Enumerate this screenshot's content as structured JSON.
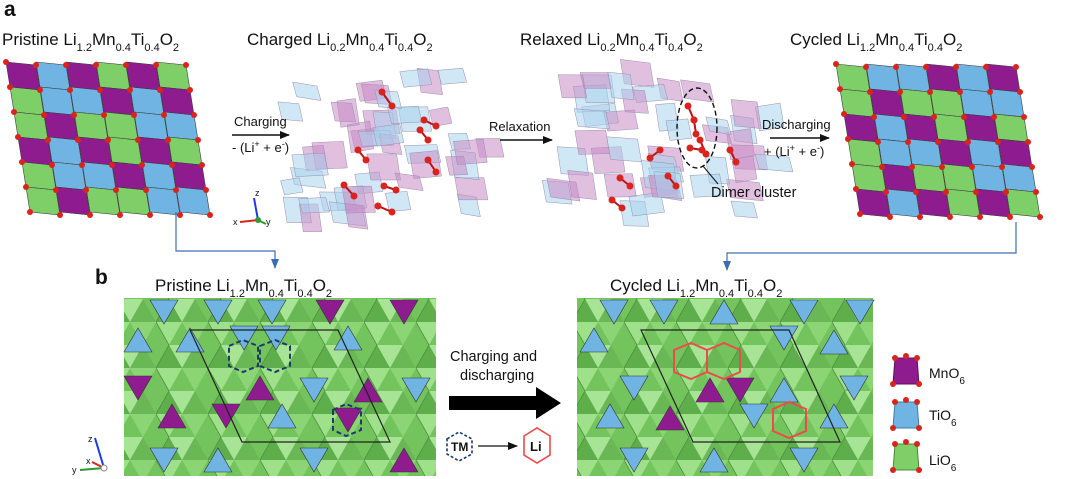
{
  "panels": {
    "a": "a",
    "b": "b"
  },
  "titles_top": [
    {
      "pre": "Pristine Li",
      "s1": "1.2",
      "mid1": "Mn",
      "s2": "0.4",
      "mid2": "Ti",
      "s3": "0.4",
      "mid3": "O",
      "s4": "2"
    },
    {
      "pre": "Charged Li",
      "s1": "0.2",
      "mid1": "Mn",
      "s2": "0.4",
      "mid2": "Ti",
      "s3": "0.4",
      "mid3": "O",
      "s4": "2"
    },
    {
      "pre": "Relaxed Li",
      "s1": "0.2",
      "mid1": "Mn",
      "s2": "0.4",
      "mid2": "Ti",
      "s3": "0.4",
      "mid3": "O",
      "s4": "2"
    },
    {
      "pre": "Cycled Li",
      "s1": "1.2",
      "mid1": "Mn",
      "s2": "0.4",
      "mid2": "Ti",
      "s3": "0.4",
      "mid3": "O",
      "s4": "2"
    }
  ],
  "titles_bottom": [
    {
      "pre": "Pristine Li",
      "s1": "1.2",
      "mid1": "Mn",
      "s2": "0.4",
      "mid2": "Ti",
      "s3": "0.4",
      "mid3": "O",
      "s4": "2"
    },
    {
      "pre": "Cycled Li",
      "s1": "1.2",
      "mid1": "Mn",
      "s2": "0.4",
      "mid2": "Ti",
      "s3": "0.4",
      "mid3": "O",
      "s4": "2"
    }
  ],
  "arrows": {
    "charging": "Charging",
    "charging_sub_pre": "- (Li",
    "charging_sub_post": " + e",
    "relaxation": "Relaxation",
    "discharging": "Discharging",
    "discharging_sub_pre": "+ (Li",
    "discharging_sub_post": " + e",
    "sup_plus": "+",
    "sup_minus": "-",
    "close": ")",
    "dimer": "Dimer cluster",
    "cd_line1": "Charging and",
    "cd_line2": "discharging"
  },
  "transform": {
    "from": "TM",
    "to": "Li"
  },
  "axes": {
    "x": "x",
    "y": "y",
    "z": "z"
  },
  "legend": [
    {
      "pre": "MnO",
      "sub": "6",
      "color": "#8e1c8f"
    },
    {
      "pre": "TiO",
      "sub": "6",
      "color": "#6fb4e2"
    },
    {
      "pre": "LiO",
      "sub": "6",
      "color": "#7ecf67"
    }
  ],
  "colors": {
    "mn": "#8e1c8f",
    "ti": "#6fb4e2",
    "li": "#7ecf67",
    "oxygen": "#d9231c",
    "highlight": "#ef4a4a",
    "dashed": "#1d3a6e",
    "connector": "#3d6fb0"
  }
}
